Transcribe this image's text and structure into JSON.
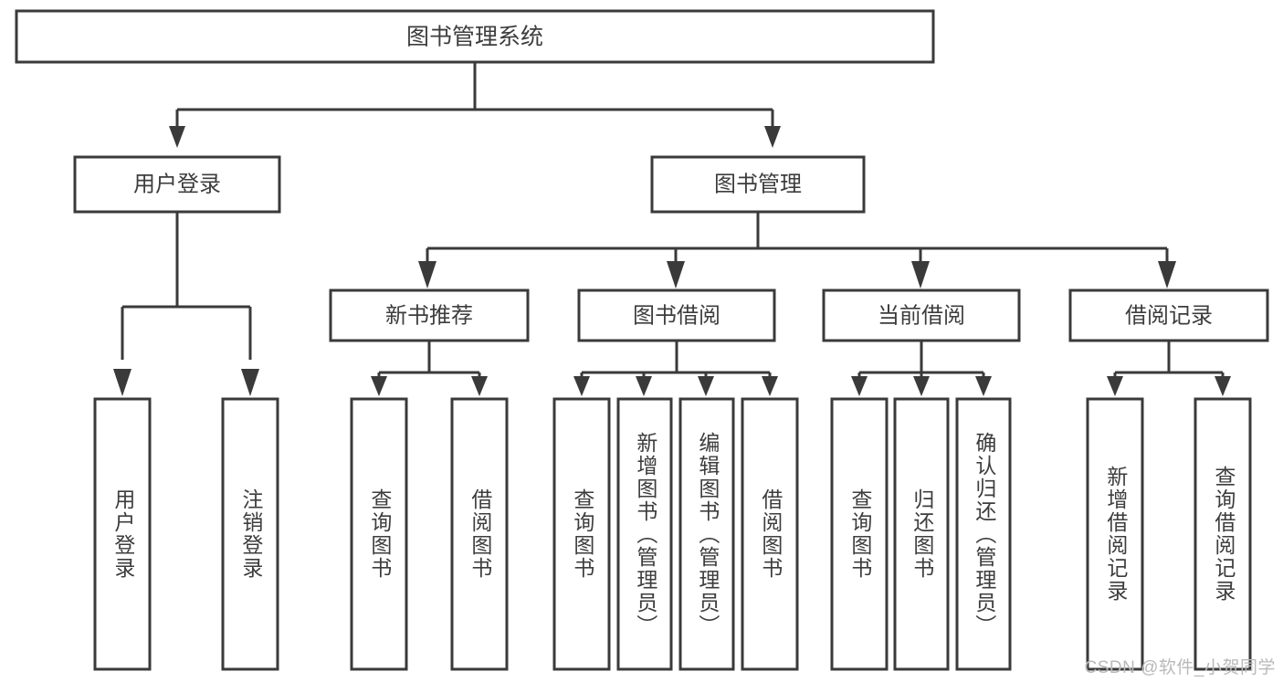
{
  "diagram": {
    "title": "图书管理系统",
    "type": "hierarchy-tree",
    "watermark": "CSDN @软件_小贺同学",
    "colors": {
      "stroke": "#3a3a3a",
      "text": "#3d3d3d",
      "background": "#ffffff",
      "watermark": "#b9b9b9"
    },
    "root": {
      "label": "图书管理系统"
    },
    "level2": [
      {
        "label": "用户登录"
      },
      {
        "label": "图书管理"
      }
    ],
    "level3": [
      {
        "label": "新书推荐"
      },
      {
        "label": "图书借阅"
      },
      {
        "label": "当前借阅"
      },
      {
        "label": "借阅记录"
      }
    ],
    "leaves": {
      "user_login": [
        {
          "label": "用户登录"
        },
        {
          "label": "注销登录"
        }
      ],
      "new_book_recommend": [
        {
          "label": "查询图书"
        },
        {
          "label": "借阅图书"
        }
      ],
      "book_borrow": [
        {
          "label": "查询图书"
        },
        {
          "label": "新增图书（管理员）"
        },
        {
          "label": "编辑图书（管理员）"
        },
        {
          "label": "借阅图书"
        }
      ],
      "current_borrow": [
        {
          "label": "查询图书"
        },
        {
          "label": "归还图书"
        },
        {
          "label": "确认归还（管理员）"
        }
      ],
      "borrow_record": [
        {
          "label": "新增借阅记录"
        },
        {
          "label": "查询借阅记录"
        }
      ]
    }
  }
}
